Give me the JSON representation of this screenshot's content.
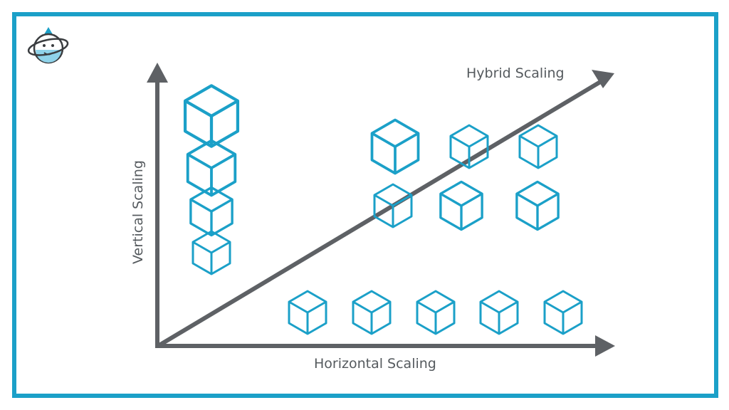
{
  "diagram": {
    "axes": {
      "vertical_label": "Vertical Scaling",
      "horizontal_label": "Horizontal Scaling",
      "hybrid_label": "Hybrid Scaling"
    },
    "colors": {
      "frame": "#1ba0c8",
      "cube": "#1ba0c8",
      "axis": "#5e6165",
      "logo": "#1ba0c8"
    },
    "logo_icon": "water-drop-atom-logo"
  }
}
